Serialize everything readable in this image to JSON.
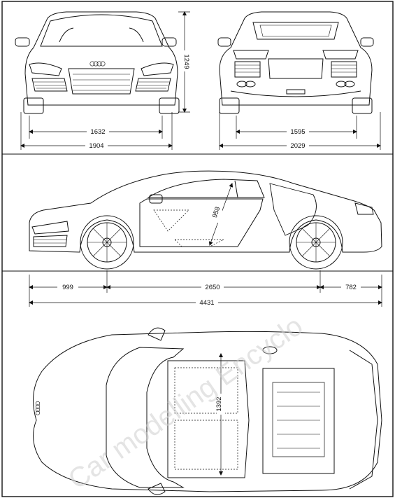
{
  "dimensions": {
    "front_track": "1632",
    "front_width": "1904",
    "height": "1249",
    "rear_track": "1595",
    "rear_width": "2029",
    "door_height": "958",
    "front_overhang": "999",
    "wheelbase": "2650",
    "rear_overhang": "782",
    "length": "4431",
    "cabin_width": "1392"
  },
  "watermark": {
    "text": "Car modelling Encyclo"
  },
  "colors": {
    "line": "#111111",
    "background": "#ffffff",
    "watermark": "#cfcfcf"
  }
}
